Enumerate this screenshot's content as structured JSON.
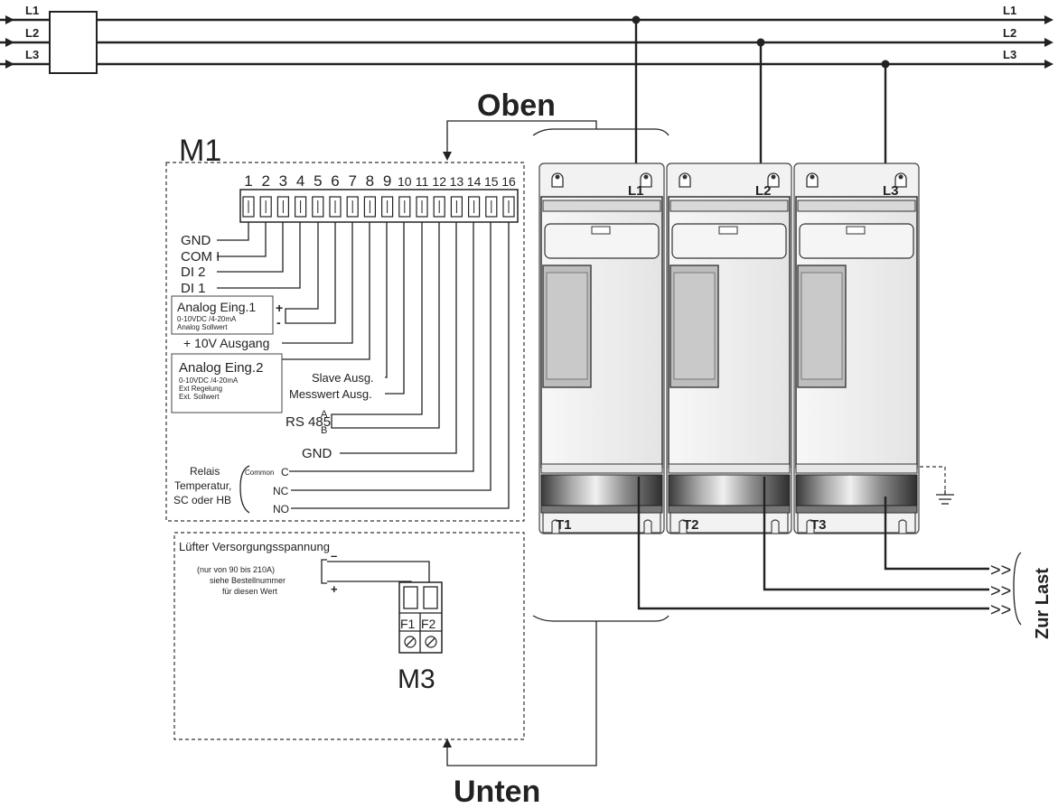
{
  "mains": {
    "left": [
      "L1",
      "L2",
      "L3"
    ],
    "right": [
      "L1",
      "L2",
      "L3"
    ]
  },
  "oben": "Oben",
  "unten": "Unten",
  "m1": {
    "title": "M1",
    "terminals": [
      "1",
      "2",
      "3",
      "4",
      "5",
      "6",
      "7",
      "8",
      "9",
      "10",
      "11",
      "12",
      "13",
      "14",
      "15",
      "16"
    ],
    "gnd": "GND",
    "com_i": "COM I",
    "di2": "DI 2",
    "di1": "DI 1",
    "analog1": {
      "title": "Analog Eing.1",
      "line1": "0-10VDC /4-20mA",
      "line2": "Analog Sollwert",
      "plus": "+",
      "minus": "-"
    },
    "out10v": "+ 10V Ausgang",
    "analog2": {
      "title": "Analog Eing.2",
      "line1": "0-10VDC /4-20mA",
      "line2": "Ext Regelung",
      "line3": "Ext. Sollwert"
    },
    "slave": "Slave Ausg.",
    "messwert": "Messwert Ausg.",
    "rs485": "RS 485",
    "rs_a": "A",
    "rs_b": "B",
    "gnd2": "GND",
    "relais": [
      "Relais",
      "Temperatur,",
      "SC oder HB"
    ],
    "common": "Common",
    "c": "C",
    "nc": "NC",
    "no": "NO"
  },
  "m3": {
    "title": "M3",
    "fan_title": "Lüfter Versorgungsspannung",
    "note": [
      "(nur von 90 bis 210A)",
      "siehe Bestellnummer",
      "für diesen Wert"
    ],
    "minus": "–",
    "plus": "+",
    "f1": "F1",
    "f2": "F2"
  },
  "modules": [
    {
      "top": "L1",
      "bottom": "T1"
    },
    {
      "top": "L2",
      "bottom": "T2"
    },
    {
      "top": "L3",
      "bottom": "T3"
    }
  ],
  "load": "Zur Last",
  "arrow": ">>"
}
